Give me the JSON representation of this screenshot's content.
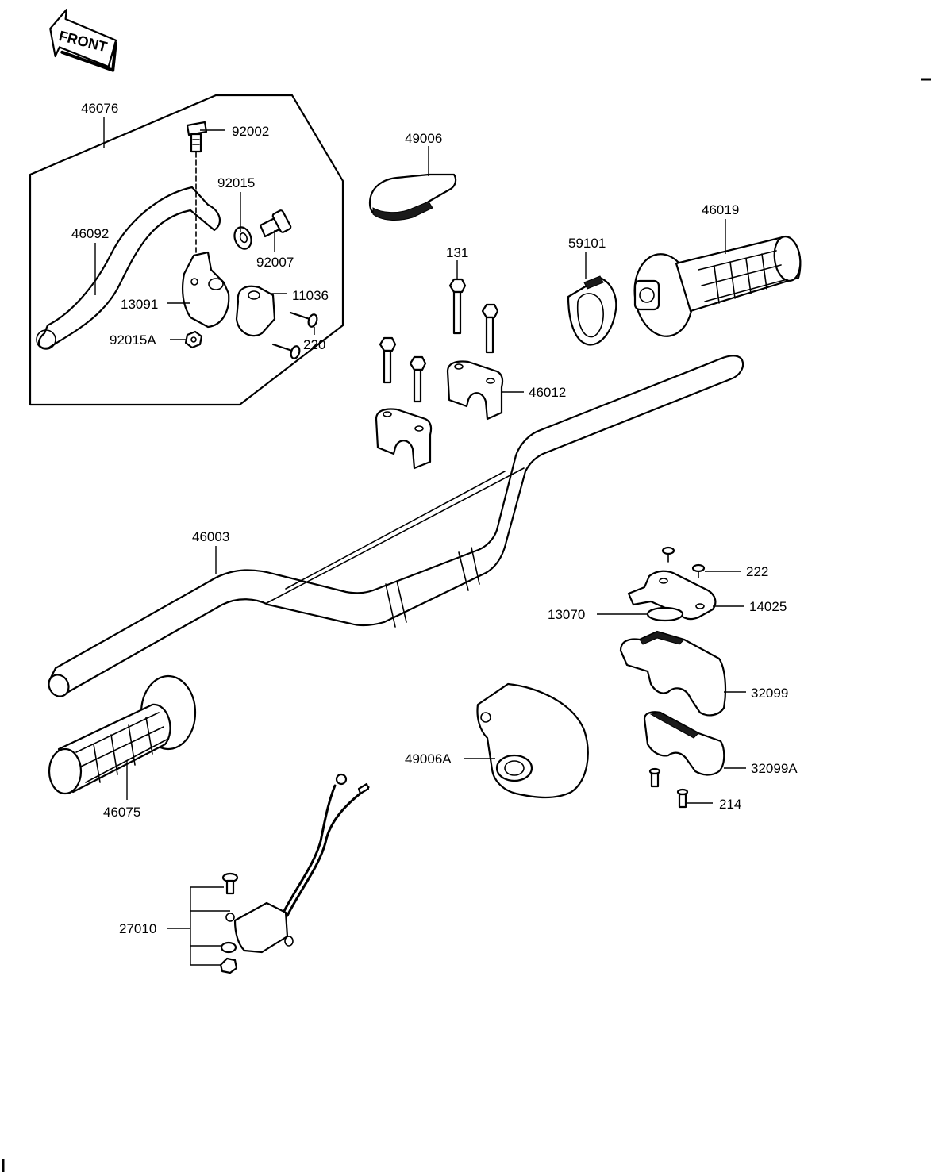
{
  "front_indicator": {
    "label": "FRONT"
  },
  "parts": [
    {
      "id": "p46076",
      "number": "46076"
    },
    {
      "id": "p92002",
      "number": "92002"
    },
    {
      "id": "p92015",
      "number": "92015"
    },
    {
      "id": "p46092",
      "number": "46092"
    },
    {
      "id": "p92007",
      "number": "92007"
    },
    {
      "id": "p13091",
      "number": "13091"
    },
    {
      "id": "p11036",
      "number": "11036"
    },
    {
      "id": "p92015A",
      "number": "92015A"
    },
    {
      "id": "p220",
      "number": "220"
    },
    {
      "id": "p49006",
      "number": "49006"
    },
    {
      "id": "p131",
      "number": "131"
    },
    {
      "id": "p59101",
      "number": "59101"
    },
    {
      "id": "p46019",
      "number": "46019"
    },
    {
      "id": "p46012",
      "number": "46012"
    },
    {
      "id": "p46003",
      "number": "46003"
    },
    {
      "id": "p222",
      "number": "222"
    },
    {
      "id": "p14025",
      "number": "14025"
    },
    {
      "id": "p13070",
      "number": "13070"
    },
    {
      "id": "p32099",
      "number": "32099"
    },
    {
      "id": "p49006A",
      "number": "49006A"
    },
    {
      "id": "p32099A",
      "number": "32099A"
    },
    {
      "id": "p46075",
      "number": "46075"
    },
    {
      "id": "p214",
      "number": "214"
    },
    {
      "id": "p27010",
      "number": "27010"
    }
  ]
}
